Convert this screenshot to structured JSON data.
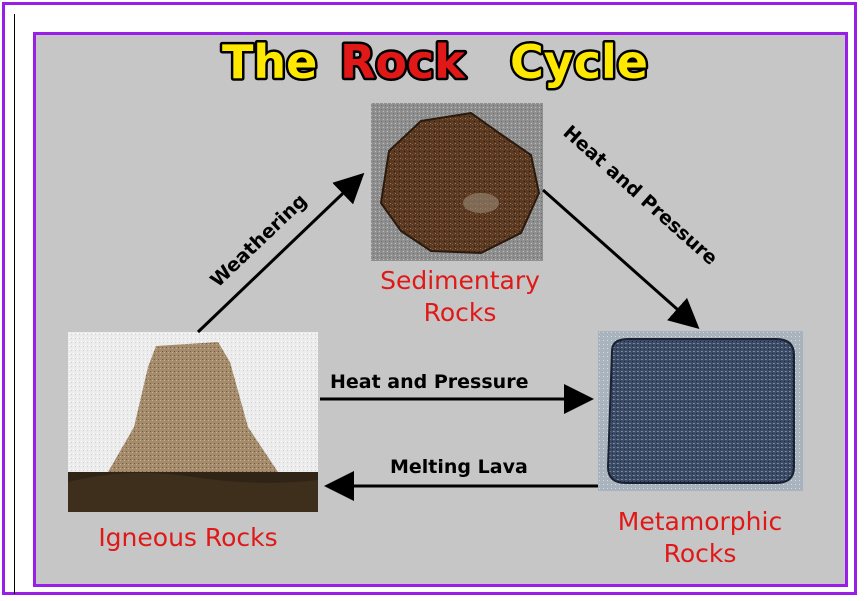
{
  "title": {
    "word1": "The",
    "word2": "Rock",
    "word3": "Cycle",
    "color_main": "#ffe800",
    "color_accent": "#e01818"
  },
  "nodes": {
    "sedimentary": {
      "line1": "Sedimentary",
      "line2": "Rocks"
    },
    "igneous": {
      "line1": "Igneous Rocks"
    },
    "metamorphic": {
      "line1": "Metamorphic",
      "line2": "Rocks"
    }
  },
  "edges": {
    "igneous_to_sedimentary": "Weathering",
    "sedimentary_to_metamorphic": "Heat and Pressure",
    "igneous_to_metamorphic": "Heat and Pressure",
    "metamorphic_to_igneous": "Melting Lava"
  },
  "colors": {
    "frame": "#9a1fe6",
    "panel": "#c6c6c6",
    "label_red": "#e01818"
  }
}
